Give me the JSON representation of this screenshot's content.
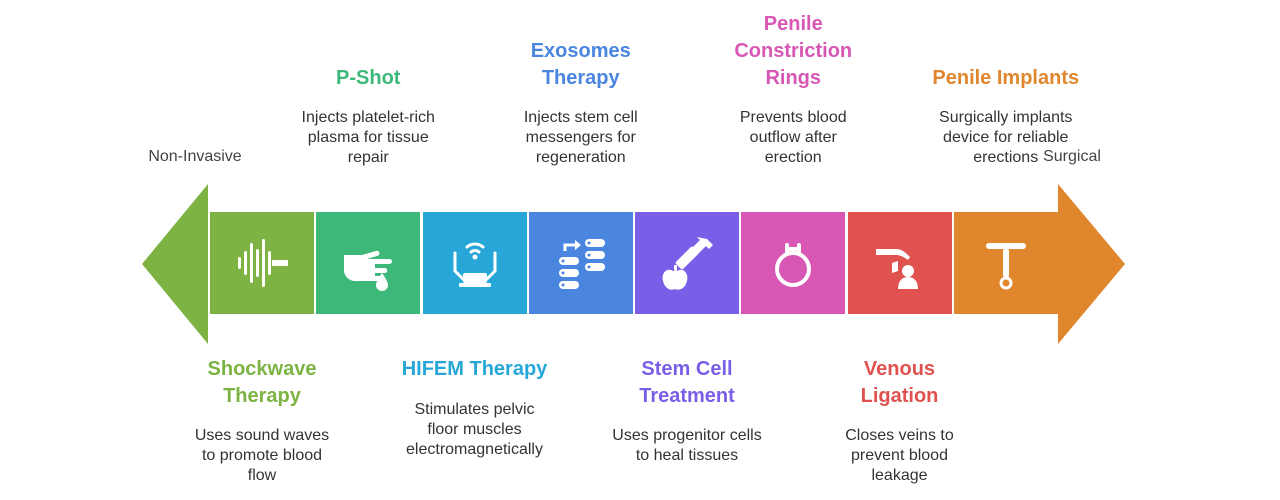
{
  "ends": {
    "left": "Non-Invasive",
    "right": "Surgical"
  },
  "colors": {
    "left_arrow": "#7cb342",
    "right_arrow": "#e0862c"
  },
  "items": [
    {
      "title": "Shockwave Therapy",
      "desc": "Uses sound waves to promote blood flow",
      "color": "#7cb342",
      "icon": "sound-wave-icon",
      "position": "below"
    },
    {
      "title": "P-Shot",
      "desc": "Injects platelet-rich plasma for tissue repair",
      "color": "#3cb878",
      "icon": "hand-drop-icon",
      "position": "above"
    },
    {
      "title": "HIFEM Therapy",
      "desc": "Stimulates pelvic floor muscles electromagnetically",
      "color": "#27a7d8",
      "icon": "wireless-device-icon",
      "position": "below"
    },
    {
      "title": "Exosomes Therapy",
      "desc": "Injects stem cell messengers for regeneration",
      "color": "#4a86e0",
      "icon": "data-transfer-icon",
      "position": "above"
    },
    {
      "title": "Stem Cell Treatment",
      "desc": "Uses progenitor cells to heal tissues",
      "color": "#7b5ee8",
      "icon": "syringe-apple-icon",
      "position": "below"
    },
    {
      "title": "Penile Constriction Rings",
      "desc": "Prevents blood outflow after erection",
      "color": "#d857b5",
      "icon": "ring-icon",
      "position": "above"
    },
    {
      "title": "Venous Ligation",
      "desc": "Closes veins to prevent blood leakage",
      "color": "#e0524f",
      "icon": "hand-person-icon",
      "position": "below"
    },
    {
      "title": "Penile Implants",
      "desc": "Surgically implants device for reliable erections",
      "color": "#e0862c",
      "icon": "implant-device-icon",
      "position": "above"
    }
  ]
}
